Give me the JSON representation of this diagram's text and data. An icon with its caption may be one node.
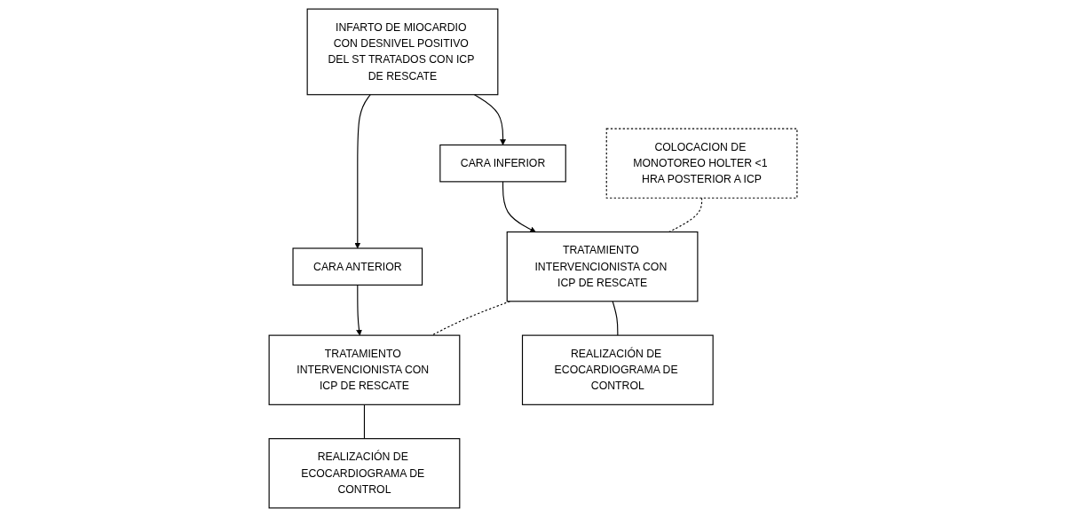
{
  "diagram": {
    "nodes": [
      {
        "text": [
          "INFARTO DE MIOCARDIO CON DESNIVEL POSITIVO DEL ST TRATADOS CON ICP DE RESCATE"
        ]
      },
      {
        "text": [
          "CARA INFERIOR"
        ]
      },
      {
        "text": [
          "CARA ANTERIOR"
        ]
      },
      {
        "text": [
          "COLOCACION DE MONOTOREO HOLTER <1 HRA POSTERIOR A ICP"
        ]
      },
      {
        "text": [
          "TRATAMIENTO INTERVENCIONISTA CON ICP DE RESCATE"
        ]
      },
      {
        "text": [
          "TRATAMIENTO INTERVENCIONISTA CON ICP DE RESCATE"
        ]
      },
      {
        "text": [
          "REALIZACIÓN DE ECOCARDIOGRAMA DE CONTROL"
        ]
      },
      {
        "text": [
          "REALIZACIÓN DE ECOCARDIOGRAMA DE CONTROL"
        ]
      }
    ],
    "edges": [
      {
        "from": 0,
        "to": 1,
        "arrow": "to"
      },
      {
        "from": 0,
        "to": 2,
        "arrow": "to"
      },
      {
        "from": 1,
        "to": 4,
        "arrow": "to"
      },
      {
        "from": 2,
        "to": 5,
        "arrow": "to"
      },
      {
        "from": 3,
        "to": 4,
        "arrow": "none",
        "style": "dashed"
      },
      {
        "from": 4,
        "to": 5,
        "arrow": "none",
        "style": "dashed"
      },
      {
        "from": 4,
        "to": 6,
        "arrow": "none"
      },
      {
        "from": 5,
        "to": 7,
        "arrow": "none"
      }
    ]
  }
}
